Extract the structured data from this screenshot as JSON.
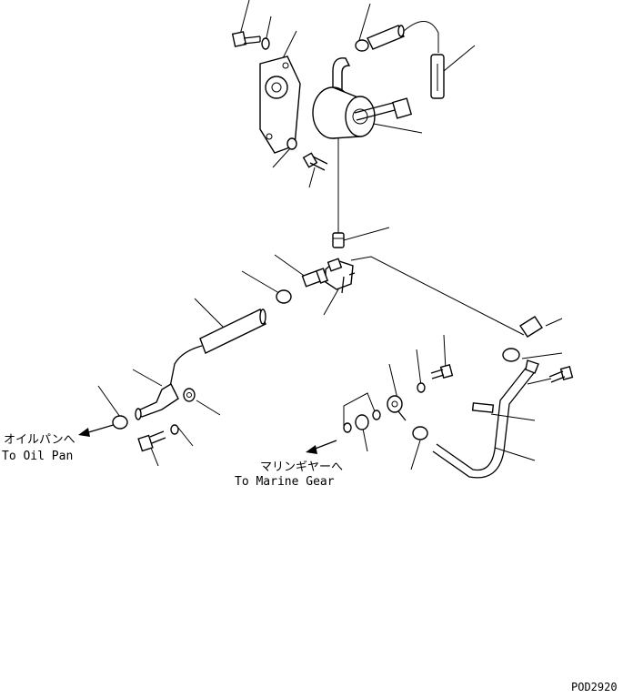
{
  "labels": {
    "oil_pan_jp": "オイルパンへ",
    "oil_pan_en": "To Oil Pan",
    "marine_gear_jp": "マリンギヤーへ",
    "marine_gear_en": "To Marine Gear",
    "drawing_code": "POD2920"
  }
}
